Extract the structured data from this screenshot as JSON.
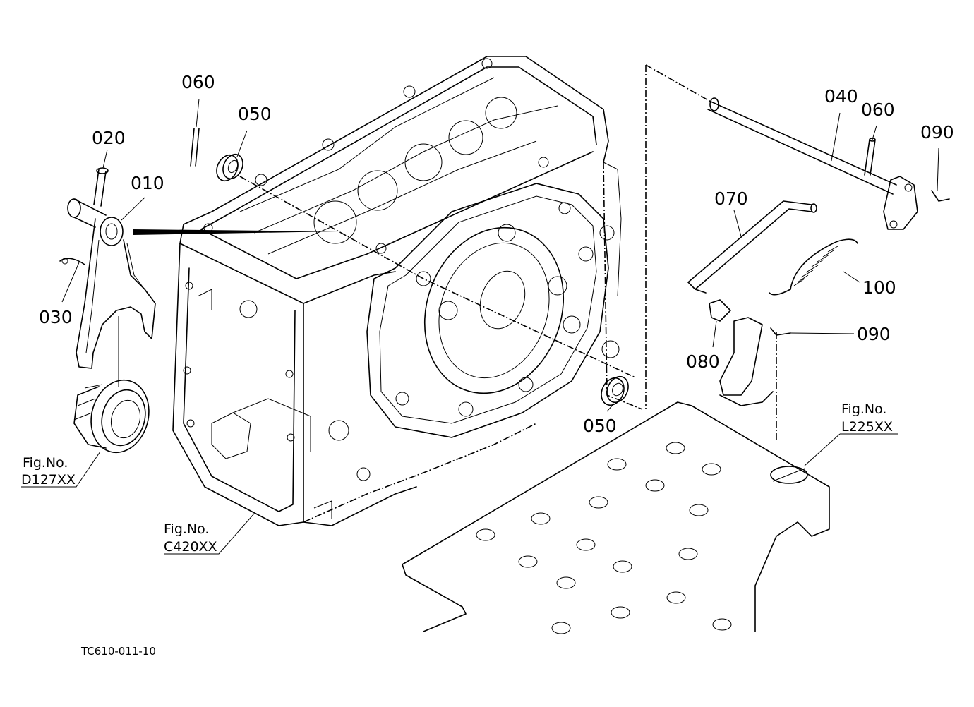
{
  "parts": [
    {
      "id": "p010",
      "label": "010"
    },
    {
      "id": "p020",
      "label": "020"
    },
    {
      "id": "p030",
      "label": "030"
    },
    {
      "id": "p040",
      "label": "040"
    },
    {
      "id": "p050a",
      "label": "050"
    },
    {
      "id": "p050b",
      "label": "050"
    },
    {
      "id": "p060a",
      "label": "060"
    },
    {
      "id": "p060b",
      "label": "060"
    },
    {
      "id": "p070",
      "label": "070"
    },
    {
      "id": "p080",
      "label": "080"
    },
    {
      "id": "p090a",
      "label": "090"
    },
    {
      "id": "p090b",
      "label": "090"
    },
    {
      "id": "p100",
      "label": "100"
    }
  ],
  "references": [
    {
      "title": "Fig.No.",
      "code": "D127XX"
    },
    {
      "title": "Fig.No.",
      "code": "C420XX"
    },
    {
      "title": "Fig.No.",
      "code": "L225XX"
    }
  ],
  "drawing_code": "TC610-011-10"
}
